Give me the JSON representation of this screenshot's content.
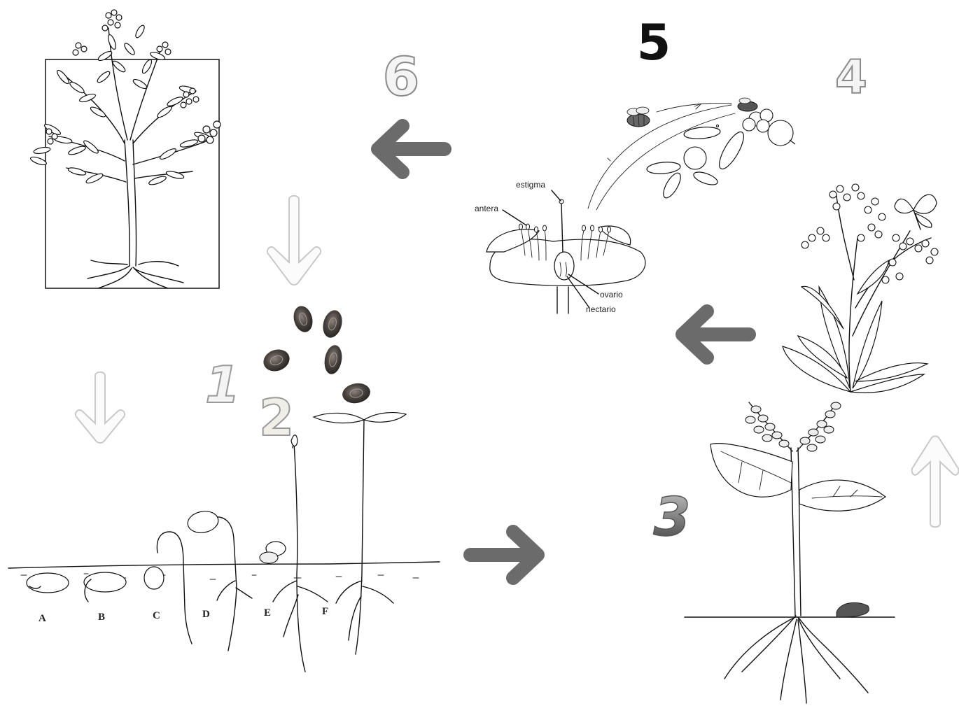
{
  "stages": {
    "s1": "1",
    "s2": "2",
    "s3": "3",
    "s4": "4",
    "s5": "5",
    "s6": "6"
  },
  "flower_labels": {
    "stigma": "estigma",
    "anther": "antera",
    "ovary": "ovario",
    "nectary": "nectario"
  },
  "seedling_labels": [
    "A",
    "B",
    "C",
    "D",
    "E",
    "F"
  ],
  "colors": {
    "gray_arrow": "#6b6b6b",
    "white_arrow_fill": "#fbfbfb",
    "seed": "#4a4440"
  }
}
